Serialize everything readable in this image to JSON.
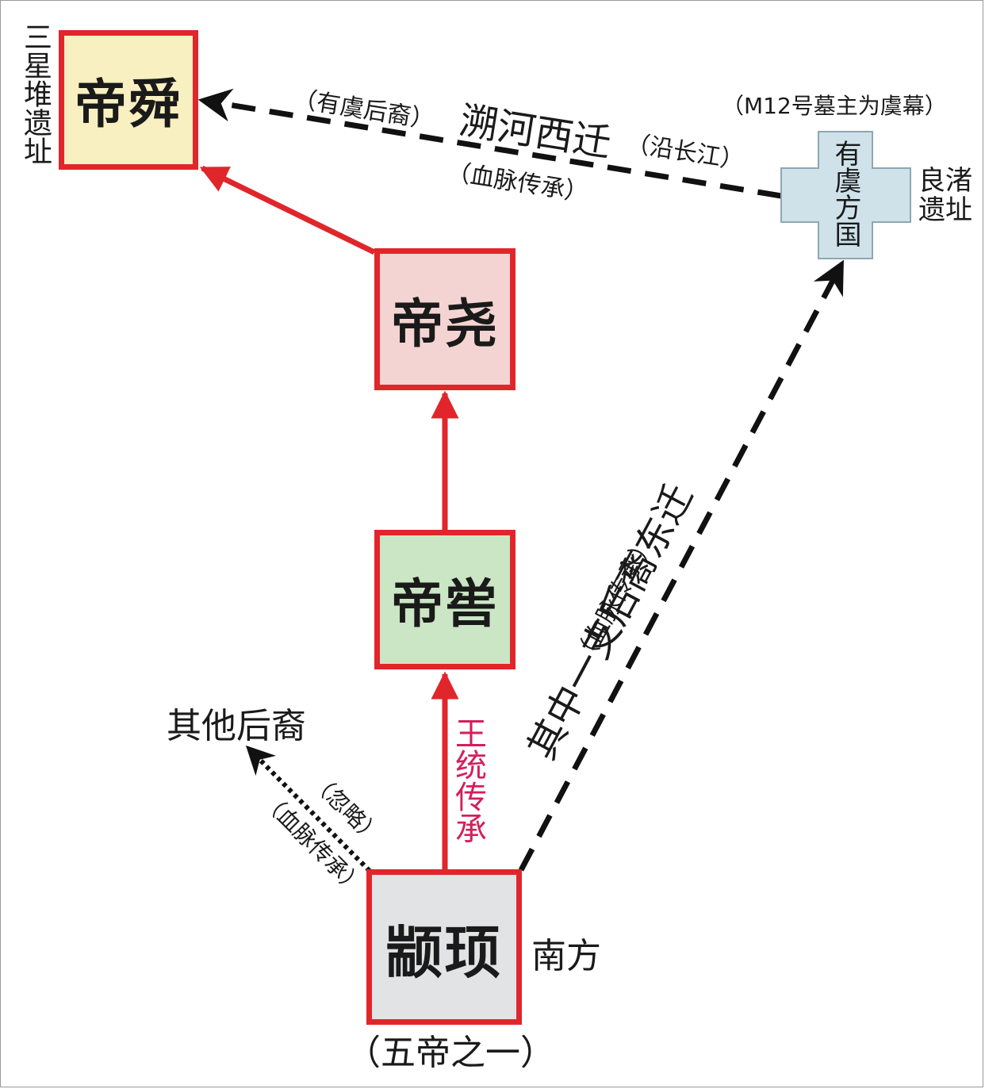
{
  "nodes": {
    "dishun": {
      "label": "帝舜",
      "color": "#f8f0c0"
    },
    "diyao": {
      "label": "帝尧",
      "color": "#f4d4d2"
    },
    "diku": {
      "label": "帝喾",
      "color": "#cae6c4"
    },
    "zhuanxu": {
      "label": "颛顼",
      "color": "#e2e3e5"
    },
    "youyu": {
      "label": "有虞方国",
      "color": "#cfe2ea"
    }
  },
  "labels": {
    "sanxingdui": "三星堆遗址",
    "liangzhu": "良渚遗址",
    "m12": "（M12号墓主为虞幕）",
    "youyu_descendants": "（有虞后裔）",
    "west_migration": "溯河西迁",
    "along_yangtze": "（沿长江）",
    "bloodline_top": "（血脉传承）",
    "east_migration": "其中一支后裔东迁",
    "bloodline_diag": "（血脉传承）",
    "royal_succession": "王统传承",
    "other_descendants": "其他后裔",
    "omitted": "（忽略）",
    "bloodline_left": "（血脉传承）",
    "south": "南方",
    "five_emperors": "（五帝之一）"
  },
  "colors": {
    "red": "#e0262b",
    "black": "#111111",
    "royal_text": "#d41f5b"
  }
}
